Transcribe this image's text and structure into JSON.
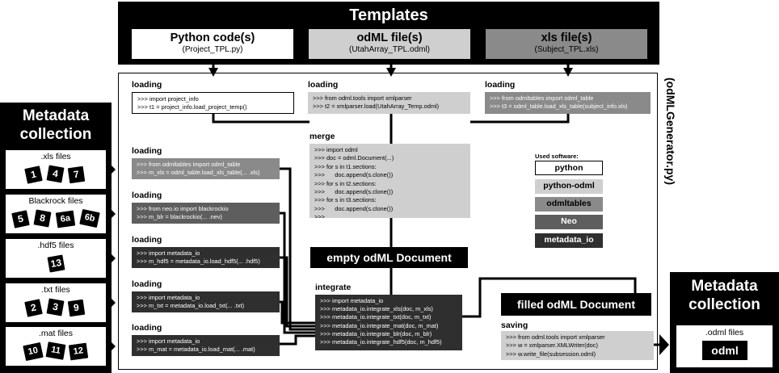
{
  "templates": {
    "title": "Templates",
    "items": [
      {
        "title": "Python code(s)",
        "file": "(Project_TPL.py)"
      },
      {
        "title": "odML file(s)",
        "file": "(UtahArray_TPL.odml)"
      },
      {
        "title": "xls file(s)",
        "file": "(Subject_TPL.xls)"
      }
    ]
  },
  "generator_label": "(odMLGenerator.py)",
  "left": {
    "title_line1": "Metadata",
    "title_line2": "collection",
    "groups": [
      {
        "name": ".xls files",
        "tags": [
          "1",
          "4",
          "7"
        ]
      },
      {
        "name": "Blackrock files",
        "tags": [
          "5",
          "8",
          "6a",
          "6b"
        ]
      },
      {
        "name": ".hdf5 files",
        "tags": [
          "13"
        ]
      },
      {
        "name": ".txt files",
        "tags": [
          "2",
          "3",
          "9"
        ]
      },
      {
        "name": ".mat files",
        "tags": [
          "10",
          "11",
          "12"
        ]
      }
    ]
  },
  "top_loading": [
    {
      "label": "loading",
      "code": ">>> import project_info\n>>> t1 = project_info.load_project_temp()"
    },
    {
      "label": "loading",
      "code": ">>> from odml.tools import xmlparser\n>>> t2 = xmlparser.load(UtahArray_Temp.odml)"
    },
    {
      "label": "loading",
      "code": ">>> from odmltables import odml_table\n>>> t3 = odml_table.load_xls_table(subject_info.xls)"
    }
  ],
  "left_loading": [
    {
      "label": "loading",
      "code": ">>> from odmltables import odml_table\n>>> m_xls = odml_table.load_xls_table(... .xls)"
    },
    {
      "label": "loading",
      "code": ">>> from neo.io import blackrockio\n>>> m_blr = blackrockio(... .nev)"
    },
    {
      "label": "loading",
      "code": ">>> import metadata_io\n>>> m_hdf5 = metadata_io.load_hdf5(... .hdf5)"
    },
    {
      "label": "loading",
      "code": ">>> import metadata_io\n>>> m_txt = metadata_io.load_txt(... .txt)"
    },
    {
      "label": "loading",
      "code": ">>> import metadata_io\n>>> m_mat = metadata_io.load_mat(... .mat)"
    }
  ],
  "merge": {
    "label": "merge",
    "code": ">>> import odml\n>>> doc = odml.Document(...)\n>>> for s in t1.sections:\n>>>      doc.append(s.clone())\n>>> for s in t2.sections:\n>>>      doc.append(s.clone())\n>>> for s in t3.sections:\n>>>      doc.append(s.clone())\n>>> ... ..."
  },
  "empty_doc": "empty odML Document",
  "integrate": {
    "label": "integrate",
    "code": ">>> import metadata_io\n>>> metadata_io.integrate_xls(doc, m_xls)\n>>> metadata_io.integrate_txt(doc, m_txt)\n>>> metadata_io.integrate_mat(doc, m_mat)\n>>> metadata_io.integrate_blr(doc, m_blr)\n>>> metadata_io.integrate_hdf5(doc, m_hdf5)"
  },
  "filled_doc": "filled odML Document",
  "saving": {
    "label": "saving",
    "code": ">>> from odml.tools import xmlparser\n>>> w = xmlparser.XMLWriter(doc)\n>>> w.write_file(subsession.odml)"
  },
  "software": {
    "title": "Used software:",
    "items": [
      "python",
      "python-odml",
      "odmltables",
      "Neo",
      "metadata_io"
    ]
  },
  "right": {
    "title_line1": "Metadata",
    "title_line2": "collection",
    "file_label": ".odml files",
    "file_tag": "odml"
  },
  "colors": {
    "python": "#ffffff",
    "python_odml": "#cfcfcf",
    "odmltables": "#8a8a8a",
    "neo": "#5e5e5e",
    "metadata_io": "#2f2f2f"
  }
}
